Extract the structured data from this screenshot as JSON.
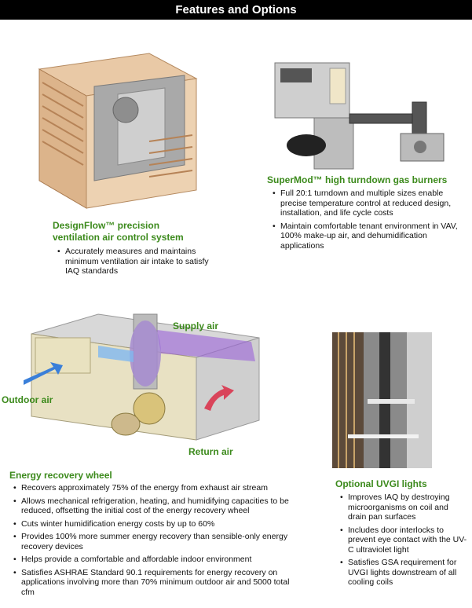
{
  "header": {
    "title": "Features and Options"
  },
  "designflow": {
    "title_line1": "DesignFlow™ precision",
    "title_line2": "ventilation air control system",
    "bullets": [
      "Accurately measures and maintains minimum ventilation air intake to satisfy IAQ standards"
    ]
  },
  "supermod": {
    "title": "SuperMod™ high turndown gas burners",
    "bullets": [
      "Full 20:1 turndown and multiple sizes enable precise temperature control at reduced design, installation, and life cycle costs",
      "Maintain comfortable tenant environment in VAV, 100% make-up air, and dehumidification applications"
    ]
  },
  "energy": {
    "callouts": {
      "supply": "Supply air",
      "outdoor": "Outdoor air",
      "return": "Return air"
    },
    "title": "Energy recovery wheel",
    "bullets": [
      "Recovers approximately 75% of the energy from exhaust air stream",
      "Allows mechanical refrigeration, heating, and humidifying capacities to be reduced, offsetting the initial cost of the energy recovery wheel",
      "Cuts winter humidification energy costs by up to 60%",
      "Provides 100% more summer energy recovery than sensible-only energy recovery devices",
      "Helps provide a comfortable and affordable indoor environment",
      "Satisfies ASHRAE Standard 90.1 requirements for energy recovery on applications involving more than 70% minimum outdoor air and 5000 total cfm"
    ]
  },
  "uvgi": {
    "title": "Optional UVGI lights",
    "bullets": [
      "Improves IAQ by destroying microorganisms on coil and drain pan surfaces",
      "Includes door interlocks to prevent eye contact with the UV-C ultraviolet light",
      "Satisfies GSA requirement for UVGI lights downstream of all cooling coils"
    ]
  }
}
